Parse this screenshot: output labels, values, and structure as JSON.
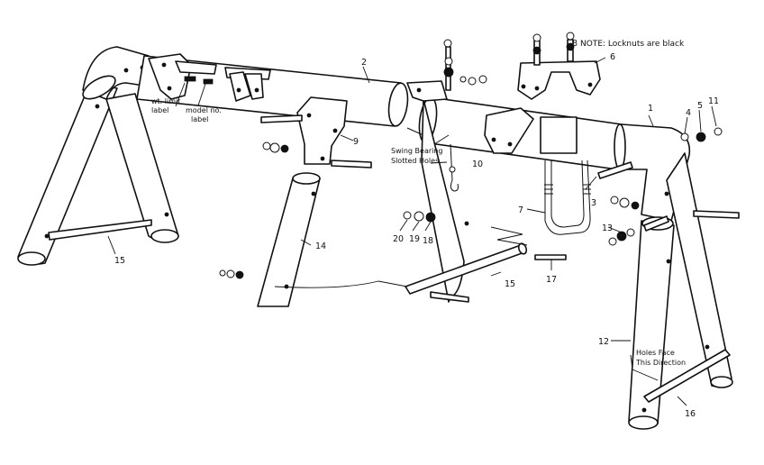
{
  "labels": {
    "note": "NOTE: Locknuts are black",
    "wt_limit_1": "wt. limit",
    "wt_limit_2": "label",
    "model_no_1": "model no.",
    "model_no_2": "label",
    "swing_bearing_1": "Swing Bearing",
    "swing_bearing_2": "Slotted Holes",
    "holes_face_1": "Holes Face",
    "holes_face_2": "This Direction"
  },
  "part_numbers": {
    "p1": "1",
    "p2": "2",
    "p3": "3",
    "p4": "4",
    "p5": "5",
    "p6": "6",
    "p7": "7",
    "p8": "8",
    "p9": "9",
    "p10": "10",
    "p11": "11",
    "p12": "12",
    "p13": "13",
    "p14": "14",
    "p15a": "15",
    "p15b": "15",
    "p16": "16",
    "p17": "17",
    "p18": "18",
    "p19": "19",
    "p20": "20"
  },
  "colors": {
    "ink": "#111111",
    "paper": "#ffffff"
  }
}
